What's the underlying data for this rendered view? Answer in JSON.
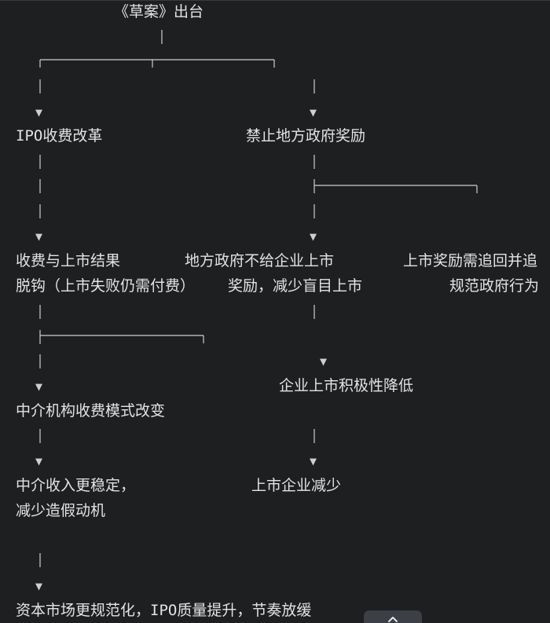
{
  "flow": {
    "root": "《草案》出台",
    "left_step1": "IPO收费改革",
    "right_step1": "禁止地方政府奖励",
    "left_step2_line1": "收费与上市结果",
    "left_step2_line2": "脱钩（上市失败仍需付费）",
    "mid_step2_line1": "地方政府不给企业上市",
    "mid_step2_line2": "奖励，减少盲目上市",
    "right_step2_line1": "上市奖励需追回并追",
    "right_step2_line2": "规范政府行为",
    "left_step3": "中介机构收费模式改变",
    "mid_step3": "企业上市积极性降低",
    "left_step4_line1": "中介收入更稳定，",
    "left_step4_line2": "减少造假动机",
    "mid_step4": "上市企业减少",
    "final": "资本市场更规范化，IPO质量提升，节奏放缓"
  },
  "glyphs": {
    "arrow": "▼",
    "pipe": "|"
  },
  "colors": {
    "background": "#1e1f21",
    "text": "#e3e3e3",
    "connector": "#cfcfcf"
  }
}
